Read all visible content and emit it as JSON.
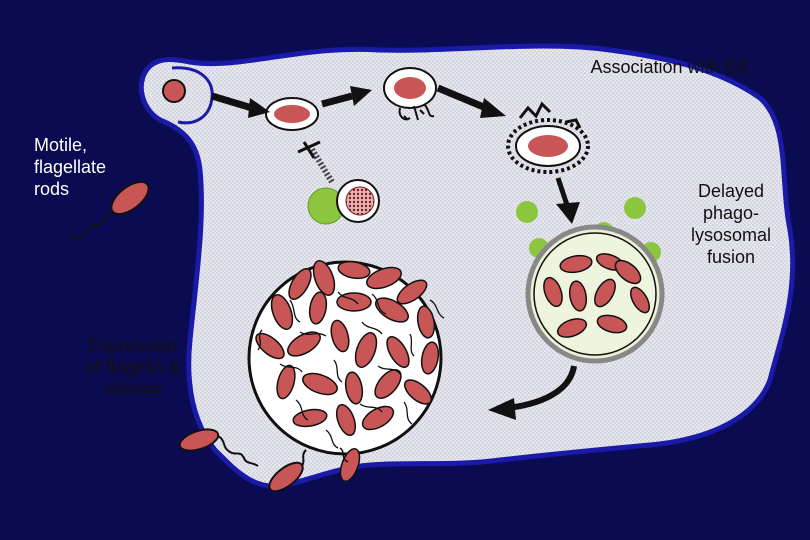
{
  "labels": {
    "motile": "Motile,\nflagellate\nrods",
    "association_er": "Association with ER",
    "delayed_fusion": "Delayed\nphago-\nlysosomal\nfusion",
    "expression_release": "Expression\nof flagella &\nrelease"
  },
  "colors": {
    "background": "#0b0b52",
    "host_cell": "#e3e3ea",
    "host_cell_outline": "#1a1aa8",
    "bacterium": "#c85656",
    "lysosome": "#8cc63f",
    "arrow": "#111111",
    "vacuole_ring": "#888888"
  }
}
